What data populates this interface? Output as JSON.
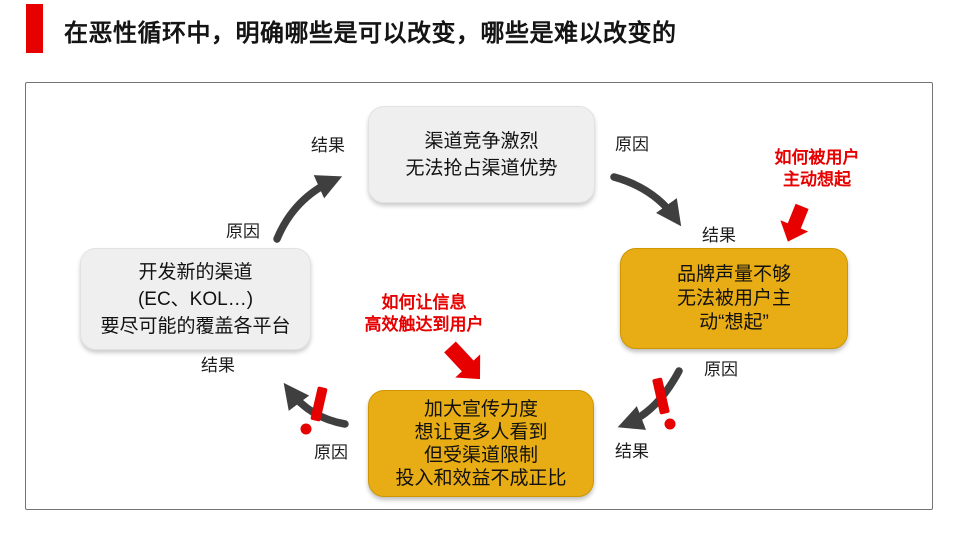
{
  "header": {
    "title": "在恶性循环中，明确哪些是可以改变，哪些是难以改变的"
  },
  "colors": {
    "accent_red": "#E60000",
    "gold": "#E8AC14",
    "gray_box": "#EFEFEF",
    "arrow_gray": "#3F3F3F",
    "frame_border": "#757575"
  },
  "diagram": {
    "nodes": {
      "top": {
        "style": "gray",
        "lines": [
          "渠道竞争激烈",
          "无法抢占渠道优势"
        ]
      },
      "left": {
        "style": "gray",
        "lines": [
          "开发新的渠道",
          "(EC、KOL…)",
          "要尽可能的覆盖各平台"
        ]
      },
      "right": {
        "style": "gold",
        "lines": [
          "品牌声量不够",
          "无法被用户主",
          "动“想起”"
        ]
      },
      "bottom": {
        "style": "gold",
        "lines": [
          "加大宣传力度",
          "想让更多人看到",
          "但受渠道限制",
          "投入和效益不成正比"
        ]
      }
    },
    "labels": {
      "result_top": "结果",
      "cause_left": "原因",
      "cause_top": "原因",
      "result_right": "结果",
      "cause_right": "原因",
      "result_bottom": "结果",
      "cause_bottom": "原因",
      "result_left": "结果"
    },
    "annotations": {
      "recall": {
        "lines": [
          "如何被用户",
          "主动想起"
        ]
      },
      "reach": {
        "lines": [
          "如何让信息",
          "高效触达到用户"
        ]
      }
    }
  }
}
